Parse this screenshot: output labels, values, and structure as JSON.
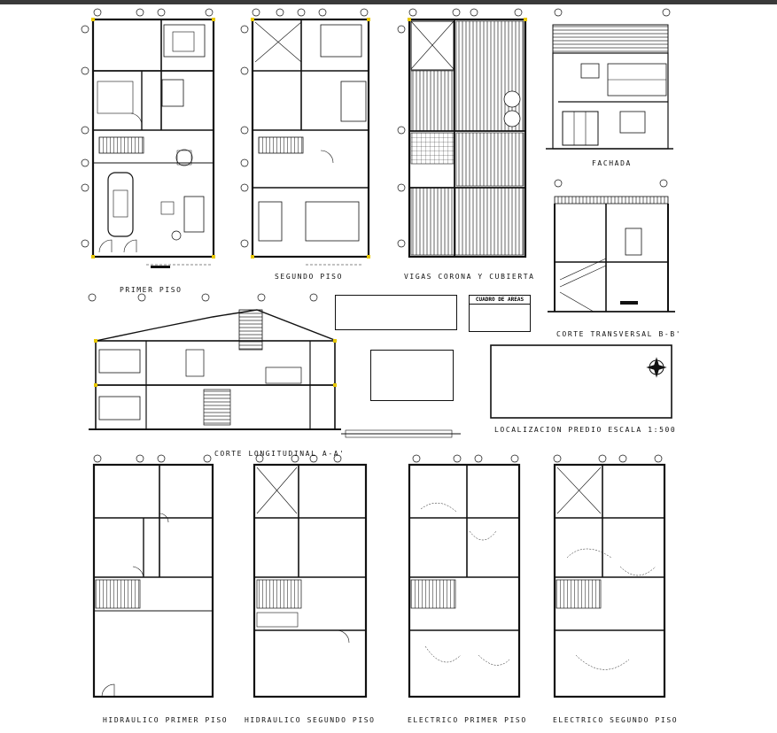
{
  "labels": {
    "primer_piso": "PRIMER PISO",
    "segundo_piso": "SEGUNDO PISO",
    "vigas": "VIGAS CORONA Y CUBIERTA",
    "fachada": "FACHADA",
    "corte_transversal": "CORTE TRANSVERSAL B-B'",
    "corte_longitudinal": "CORTE LONGITUDINAL A-A'",
    "localizacion": "LOCALIZACION PREDIO ESCALA 1:500",
    "hidraulico_1": "HIDRAULICO PRIMER PISO",
    "hidraulico_2": "HIDRAULICO SEGUNDO PISO",
    "electrico_1": "ELECTRICO PRIMER PISO",
    "electrico_2": "ELECTRICO SEGUNDO PISO"
  },
  "cuadro_areas": {
    "title": "CUADRO DE AREAS"
  },
  "colors": {
    "line": "#111111",
    "yellow": "#e8c800",
    "background": "#ffffff"
  },
  "icons": {
    "north_arrow": "compass-rose-icon",
    "car": "car-icon"
  }
}
